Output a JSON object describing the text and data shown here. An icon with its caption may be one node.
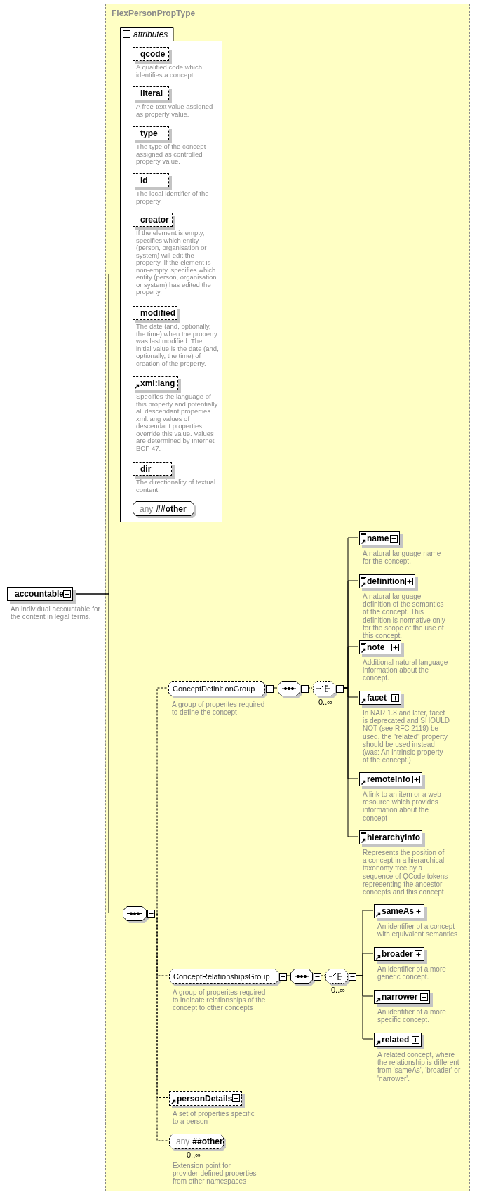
{
  "diagram": {
    "nodes": [
      {
        "text": [
          "FlexPersonPropType"
        ]
      },
      {
        "text": [
          "attributes"
        ],
        "in": 0
      },
      {
        "text": [
          "qcode"
        ],
        "in": 1,
        "beside": [
          "A qualified code which identifies a concept."
        ]
      },
      {
        "text": [
          "literal"
        ],
        "in": 1,
        "beside": [
          "A free-text value assigned as property value."
        ]
      },
      {
        "text": [
          "type"
        ],
        "in": 1,
        "beside": [
          "The type of the concept assigned as controlled property value."
        ]
      },
      {
        "text": [
          "id"
        ],
        "in": 1,
        "beside": [
          "The local identifier of the property."
        ]
      },
      {
        "text": [
          "creator"
        ],
        "in": 1,
        "beside": [
          "If the element is empty, specifies which entity (person, organisation or system) will edit the property. If the element is non-empty, specifies which entity (person, organisation or system) has edited the property."
        ]
      },
      {
        "text": [
          "modified"
        ],
        "in": 1,
        "beside": [
          "The date (and, optionally, the time) when the property was last modified. The initial value is the date (and, optionally, the time) of creation of the property."
        ]
      },
      {
        "text": [
          "xml:lang"
        ],
        "in": 1,
        "beside": [
          "Specifies the language of this property and potentially all descendant properties. xml:lang values of descendant properties override this value. Values are determined by Internet BCP 47."
        ]
      },
      {
        "text": [
          "dir"
        ],
        "in": 1,
        "beside": [
          "The directionality of textual content."
        ]
      },
      {
        "text": [
          "any",
          "##other"
        ],
        "in": 1
      },
      {
        "text": [
          "accountable"
        ],
        "beside": [
          "An individual accountable for the content in legal terms."
        ]
      },
      {
        "text": [],
        "shape": "octagon",
        "in": 0
      },
      {
        "text": [
          "ConceptDefinitionGroup"
        ],
        "in": 0,
        "beside": [
          "A group of properites required to define the concept"
        ]
      },
      {
        "text": [],
        "shape": "octagon",
        "in": 0
      },
      {
        "text": [],
        "shape": "octagon",
        "in": 0,
        "beside": [
          "0..∞"
        ]
      },
      {
        "text": [
          "name"
        ],
        "in": 0,
        "beside": [
          "A natural language name for the concept."
        ]
      },
      {
        "text": [
          "definition"
        ],
        "in": 0,
        "beside": [
          "A natural language definition of the semantics of the concept. This definition is normative only for the scope of the use of this concept."
        ]
      },
      {
        "text": [
          "note"
        ],
        "in": 0,
        "beside": [
          "Additional natural language information about the concept."
        ]
      },
      {
        "text": [
          "facet"
        ],
        "in": 0,
        "beside": [
          "In NAR 1.8 and later, facet is deprecated and SHOULD NOT (see RFC 2119) be used, the \"related\" property should be used instead (was: An intrinsic property of the concept.)"
        ]
      },
      {
        "text": [
          "remoteInfo"
        ],
        "in": 0,
        "beside": [
          "A link to an item or a web resource which provides information about the concept"
        ]
      },
      {
        "text": [
          "hierarchyInfo"
        ],
        "in": 0,
        "beside": [
          "Represents the position of a concept in a hierarchical taxonomy tree by a sequence of QCode tokens representing the ancestor concepts and this concept"
        ]
      },
      {
        "text": [
          "ConceptRelationshipsGroup"
        ],
        "in": 0,
        "beside": [
          "A group of properites required to indicate relationships of the concept to other concepts"
        ]
      },
      {
        "text": [],
        "shape": "octagon",
        "in": 0
      },
      {
        "text": [],
        "shape": "octagon",
        "in": 0,
        "beside": [
          "0..∞"
        ]
      },
      {
        "text": [
          "sameAs"
        ],
        "in": 0,
        "beside": [
          "An identifier of a concept with equivalent semantics"
        ]
      },
      {
        "text": [
          "broader"
        ],
        "in": 0,
        "beside": [
          "An identifier of a more generic concept."
        ]
      },
      {
        "text": [
          "narrower"
        ],
        "in": 0,
        "beside": [
          "An identifier of a more specific concept."
        ]
      },
      {
        "text": [
          "related"
        ],
        "in": 0,
        "beside": [
          "A related concept, where the relationship is different from 'sameAs', 'broader' or 'narrower'."
        ]
      },
      {
        "text": [
          "personDetails"
        ],
        "in": 0,
        "beside": [
          "A set of properties specific to a person"
        ]
      },
      {
        "text": [
          "any",
          "##other"
        ],
        "in": 0,
        "beside": [
          "0..∞",
          "Extension point for provider-defined properties from other namespaces"
        ]
      }
    ],
    "edges": [
      {
        "from": 11,
        "to": 1,
        "arrow": "none"
      },
      {
        "from": 11,
        "to": 12,
        "arrow": "none"
      },
      {
        "from": 12,
        "to": 13,
        "arrow": "none",
        "style": "dashed"
      },
      {
        "from": 12,
        "to": 22,
        "arrow": "none",
        "style": "dashed"
      },
      {
        "from": 12,
        "to": 29,
        "arrow": "none",
        "style": "dashed"
      },
      {
        "from": 12,
        "to": 30,
        "arrow": "none",
        "style": "dashed"
      },
      {
        "from": 13,
        "to": 14,
        "arrow": "none"
      },
      {
        "from": 14,
        "to": 15,
        "arrow": "none",
        "style": "dashed"
      },
      {
        "from": 15,
        "to": 16,
        "arrow": "none"
      },
      {
        "from": 15,
        "to": 17,
        "arrow": "none"
      },
      {
        "from": 15,
        "to": 18,
        "arrow": "none"
      },
      {
        "from": 15,
        "to": 19,
        "arrow": "none"
      },
      {
        "from": 15,
        "to": 20,
        "arrow": "none"
      },
      {
        "from": 15,
        "to": 21,
        "arrow": "none"
      },
      {
        "from": 22,
        "to": 23,
        "arrow": "none"
      },
      {
        "from": 23,
        "to": 24,
        "arrow": "none",
        "style": "dashed"
      },
      {
        "from": 24,
        "to": 25,
        "arrow": "none"
      },
      {
        "from": 24,
        "to": 26,
        "arrow": "none"
      },
      {
        "from": 24,
        "to": 27,
        "arrow": "none"
      },
      {
        "from": 24,
        "to": 28,
        "arrow": "none"
      }
    ]
  }
}
